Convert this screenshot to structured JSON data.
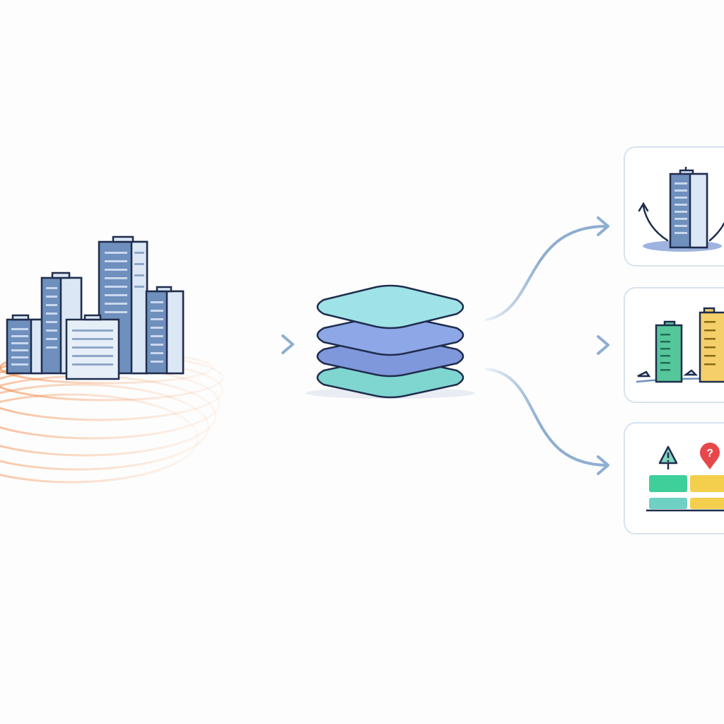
{
  "diagram": {
    "colors": {
      "outline": "#1f2d4d",
      "building_blue": "#6f8fbd",
      "building_light": "#dce7f5",
      "window": "#c9d8ee",
      "arrow": "#8eaed2",
      "wave": "#f0823a",
      "layer_teal": "#9fe3e6",
      "layer_blue": "#8ea7e6",
      "layer_blue_dark": "#7f97db",
      "layer_teal_bottom": "#7fd6d0",
      "card_border": "#d6e3ef",
      "green": "#3fcf9a",
      "yellow": "#f4cf4d",
      "alert_red": "#e8474a",
      "building_green": "#56c79a",
      "building_yellow": "#f5d06a"
    },
    "nodes": [
      {
        "id": "source",
        "icon": "city-buildings-icon"
      },
      {
        "id": "processing",
        "icon": "stacked-layers-icon"
      },
      {
        "id": "output-1",
        "icon": "building-sway-icon"
      },
      {
        "id": "output-2",
        "icon": "building-comparison-icon"
      },
      {
        "id": "output-3",
        "icon": "risk-alert-bars-icon"
      }
    ],
    "edges": [
      {
        "from": "source",
        "to": "processing"
      },
      {
        "from": "processing",
        "to": "output-1"
      },
      {
        "from": "processing",
        "to": "output-2"
      },
      {
        "from": "processing",
        "to": "output-3"
      }
    ]
  }
}
